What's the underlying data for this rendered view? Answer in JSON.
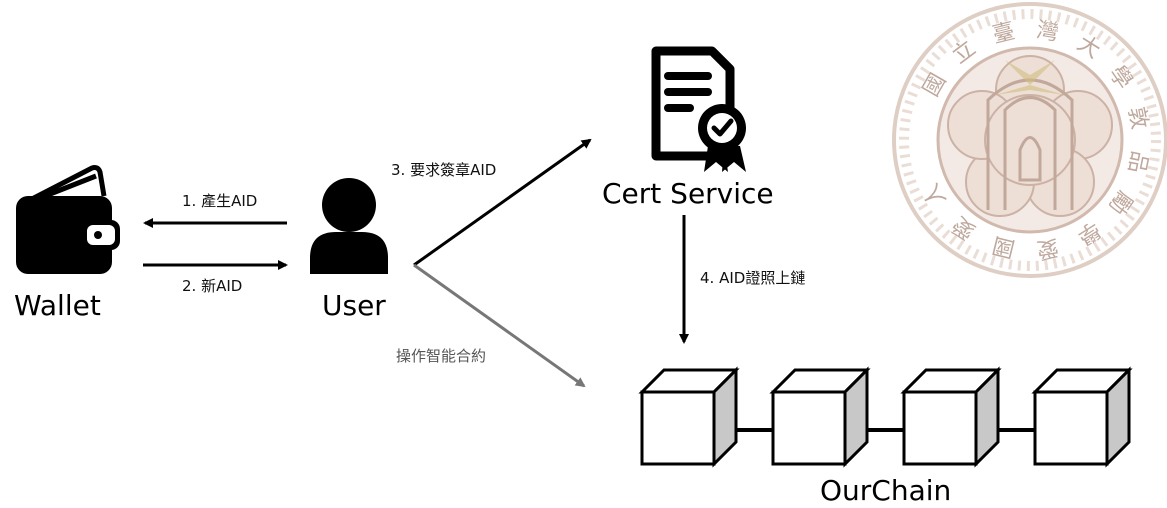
{
  "nodes": {
    "wallet": "Wallet",
    "user": "User",
    "cert_service": "Cert Service",
    "ourchain": "OurChain"
  },
  "edges": {
    "generate_aid": "1. 產生AID",
    "new_aid": "2. 新AID",
    "request_sign": "3. 要求簽章AID",
    "cert_on_chain": "4. AID證照上鏈",
    "operate_contract": "操作智能合約"
  },
  "watermark": {
    "characters": [
      "國",
      "立",
      "臺",
      "灣",
      "大",
      "學",
      "敦",
      "品",
      "勵",
      "學",
      "愛",
      "國",
      "愛",
      "人"
    ]
  },
  "colors": {
    "arrow": "#000000",
    "arrow_gray": "#777777",
    "block_side": "#c8c8c8",
    "seal_main": "#b59a8c",
    "seal_light": "#e9dcd3"
  }
}
